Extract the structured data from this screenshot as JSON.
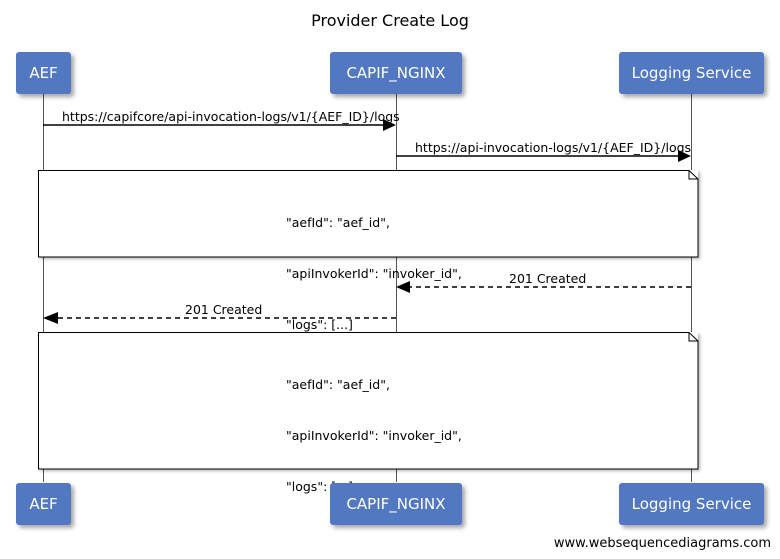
{
  "title": "Provider Create Log",
  "participants": {
    "aef": "AEF",
    "nginx": "CAPIF_NGINX",
    "logging": "Logging Service"
  },
  "messages": {
    "m1": "https://capifcore/api-invocation-logs/v1/{AEF_ID}/logs",
    "m2": "https://api-invocation-logs/v1/{AEF_ID}/logs",
    "m3": "201 Created",
    "m4": "201 Created"
  },
  "notes": {
    "note1": {
      "line1": "\"aefId\": \"aef_id\",",
      "line2": "\"apiInvokerId\": \"invoker_id\",",
      "line3": "\"logs\": [...]"
    },
    "note2": {
      "line1": "\"aefId\": \"aef_id\",",
      "line2": "\"apiInvokerId\": \"invoker_id\",",
      "line3": "\"logs\": [...]"
    }
  },
  "footer": "www.websequencediagrams.com",
  "colors": {
    "actor": "#5278c2"
  }
}
